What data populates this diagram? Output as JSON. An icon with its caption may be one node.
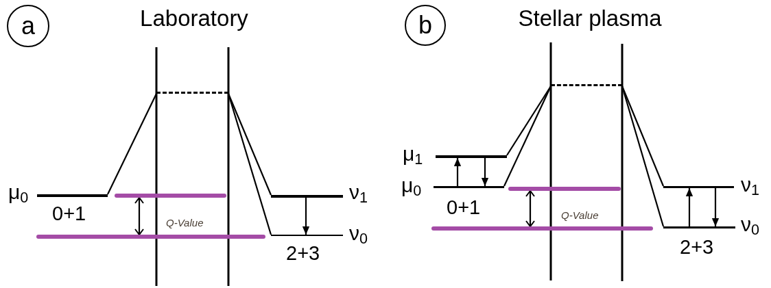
{
  "diagram": {
    "nodes": [
      {
        "text": [
          "a"
        ]
      },
      {
        "text": [],
        "shape": "bar",
        "beside": [
          "μ$_{0}$",
          "0+1"
        ]
      },
      {
        "text": [],
        "shape": "bar"
      },
      {
        "text": [],
        "shape": "bar"
      },
      {
        "text": [],
        "shape": "bar"
      },
      {
        "text": [],
        "shape": "bar",
        "beside": [
          "ν$_{1}$"
        ]
      },
      {
        "text": [],
        "shape": "bar",
        "beside": [
          "ν$_{0}$",
          "2+3"
        ]
      },
      {
        "text": [
          "b"
        ]
      },
      {
        "text": [],
        "shape": "bar",
        "beside": [
          "μ$_{1}$"
        ]
      },
      {
        "text": [],
        "shape": "bar",
        "beside": [
          "μ$_{0}$",
          "0+1"
        ]
      },
      {
        "text": [],
        "shape": "bar"
      },
      {
        "text": [],
        "shape": "bar"
      },
      {
        "text": [],
        "shape": "bar"
      },
      {
        "text": [],
        "shape": "bar",
        "beside": [
          "ν$_{1}$"
        ]
      },
      {
        "text": [],
        "shape": "bar",
        "beside": [
          "ν$_{0}$",
          "2+3"
        ]
      }
    ],
    "edges": [
      {
        "from": 1,
        "to": 2,
        "arrow": "none"
      },
      {
        "from": 2,
        "to": 5,
        "arrow": "none"
      },
      {
        "from": 2,
        "to": 6,
        "arrow": "none"
      },
      {
        "from": 3,
        "to": 4,
        "arrow": "both"
      },
      {
        "from": 5,
        "to": 6,
        "arrow": "to"
      },
      {
        "from": 8,
        "to": 10,
        "arrow": "none"
      },
      {
        "from": 9,
        "to": 10,
        "arrow": "none"
      },
      {
        "from": 10,
        "to": 13,
        "arrow": "none"
      },
      {
        "from": 10,
        "to": 14,
        "arrow": "none"
      },
      {
        "from": 11,
        "to": 12,
        "arrow": "both"
      },
      {
        "from": 9,
        "to": 8,
        "arrow": "to"
      },
      {
        "from": 8,
        "to": 9,
        "arrow": "to"
      },
      {
        "from": 14,
        "to": 13,
        "arrow": "to"
      },
      {
        "from": 13,
        "to": 14,
        "arrow": "to"
      }
    ],
    "labels": [
      "Laboratory",
      "Q-Value",
      "Stellar plasma",
      "Q-Value"
    ]
  }
}
